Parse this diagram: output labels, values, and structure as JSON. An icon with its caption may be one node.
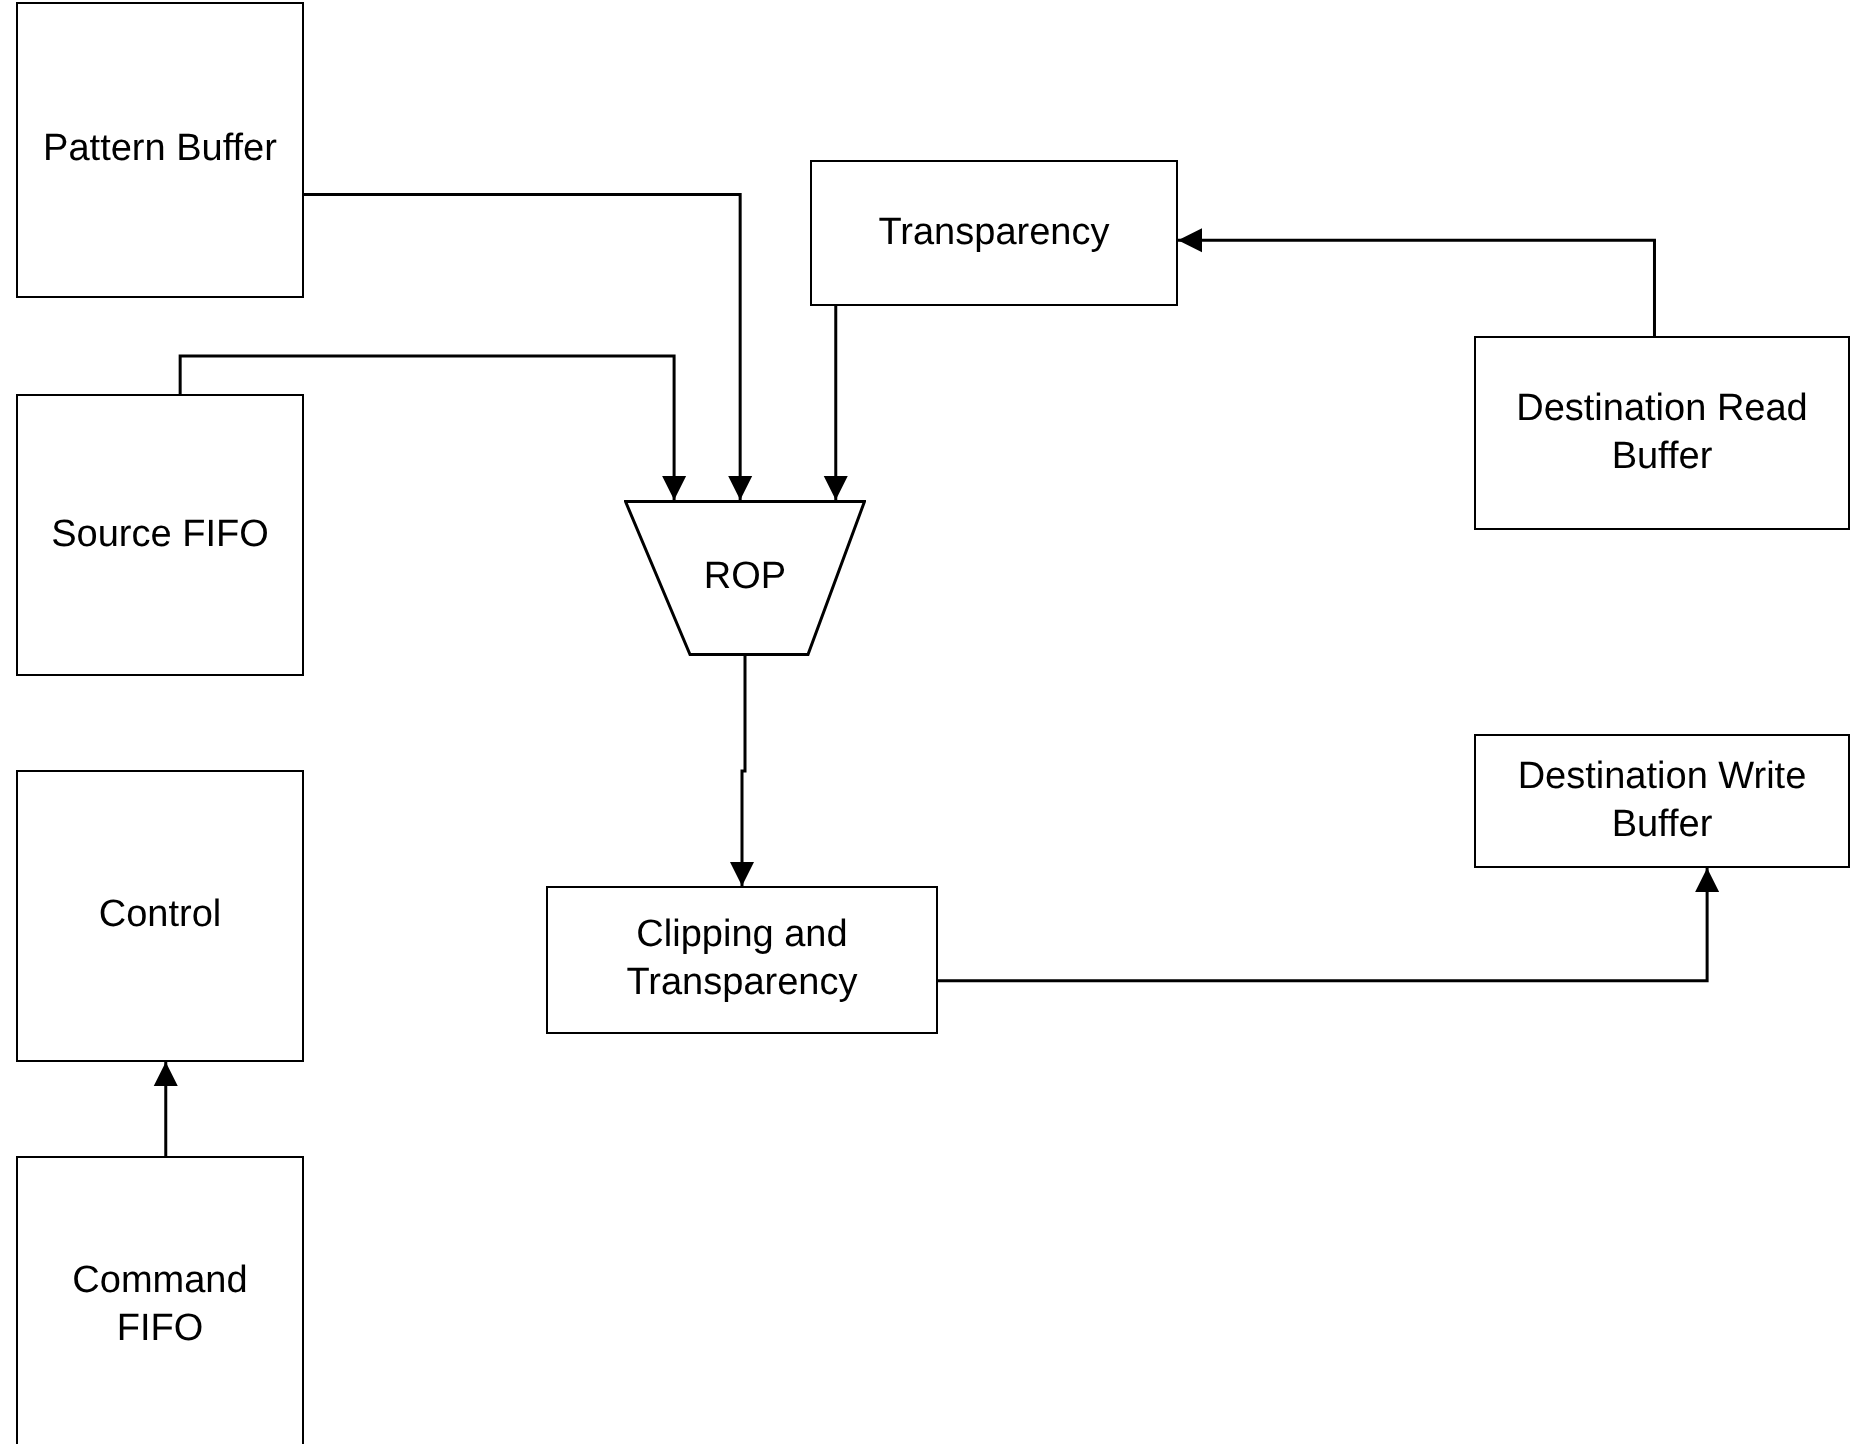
{
  "diagram": {
    "nodes": [
      {
        "text": [
          "Pattern Buffer"
        ]
      },
      {
        "text": [
          "Transparency"
        ]
      },
      {
        "text": [
          "Destination Read Buffer"
        ]
      },
      {
        "text": [
          "Source FIFO"
        ]
      },
      {
        "text": [
          "ROP"
        ]
      },
      {
        "text": [
          "Destination Write Buffer"
        ]
      },
      {
        "text": [
          "Control"
        ]
      },
      {
        "text": [
          "Clipping and Transparency"
        ]
      },
      {
        "text": [
          "Command FIFO"
        ]
      }
    ],
    "edges": [
      {
        "from": 0,
        "to": 4,
        "arrow": "to"
      },
      {
        "from": 3,
        "to": 4,
        "arrow": "to"
      },
      {
        "from": 1,
        "to": 4,
        "arrow": "to"
      },
      {
        "from": 2,
        "to": 1,
        "arrow": "to"
      },
      {
        "from": 4,
        "to": 7,
        "arrow": "to"
      },
      {
        "from": 7,
        "to": 5,
        "arrow": "to"
      },
      {
        "from": 8,
        "to": 6,
        "arrow": "to"
      }
    ]
  }
}
